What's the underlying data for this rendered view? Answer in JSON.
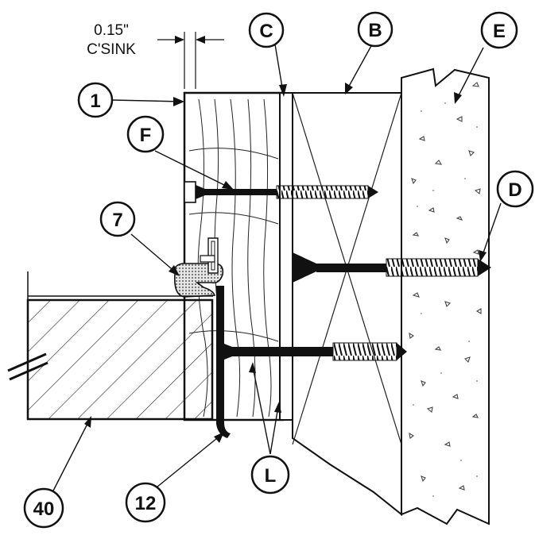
{
  "dimension": {
    "value": "0.15\"",
    "label": "C'SINK"
  },
  "callouts": {
    "c1": "1",
    "c7": "7",
    "c12": "12",
    "c40": "40",
    "cB": "B",
    "cC": "C",
    "cD": "D",
    "cE": "E",
    "cF": "F",
    "cL": "L"
  },
  "colors": {
    "line": "#111111",
    "background": "#ffffff"
  }
}
